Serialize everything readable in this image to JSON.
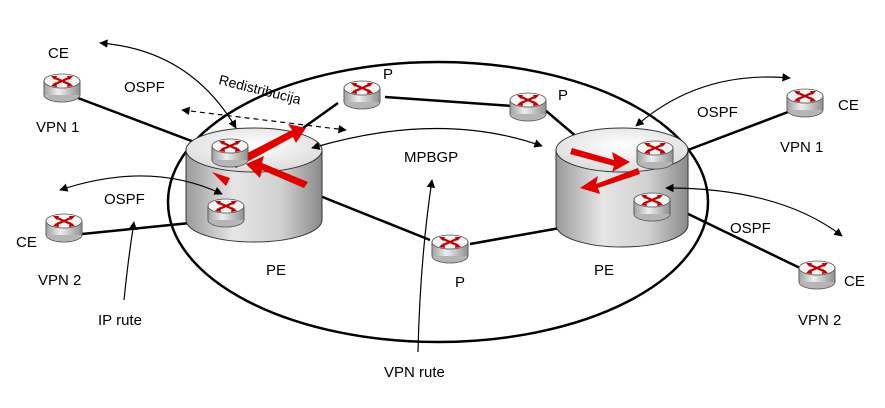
{
  "nodes": {
    "ce_top_left": {
      "label": "CE",
      "vpn": "VPN 1"
    },
    "ce_bot_left": {
      "label": "CE",
      "vpn": "VPN 2"
    },
    "ce_top_right": {
      "label": "CE",
      "vpn": "VPN 1"
    },
    "ce_bot_right": {
      "label": "CE",
      "vpn": "VPN 2"
    },
    "p_top_left": {
      "label": "P"
    },
    "p_top_right": {
      "label": "P"
    },
    "p_bottom": {
      "label": "P"
    },
    "pe_left": {
      "label": "PE"
    },
    "pe_right": {
      "label": "PE"
    }
  },
  "labels": {
    "ospf_top_left": "OSPF",
    "ospf_bot_left": "OSPF",
    "ospf_top_right": "OSPF",
    "ospf_bot_right": "OSPF",
    "redistribution": "Redistribucija",
    "mpbgp": "MPBGP",
    "ip_routes": "IP rute",
    "vpn_routes": "VPN rute"
  },
  "colors": {
    "arrow_red": "#e00000",
    "line": "#000000",
    "router_top": "#f2f2f2",
    "router_side": "#c8c8c8"
  }
}
